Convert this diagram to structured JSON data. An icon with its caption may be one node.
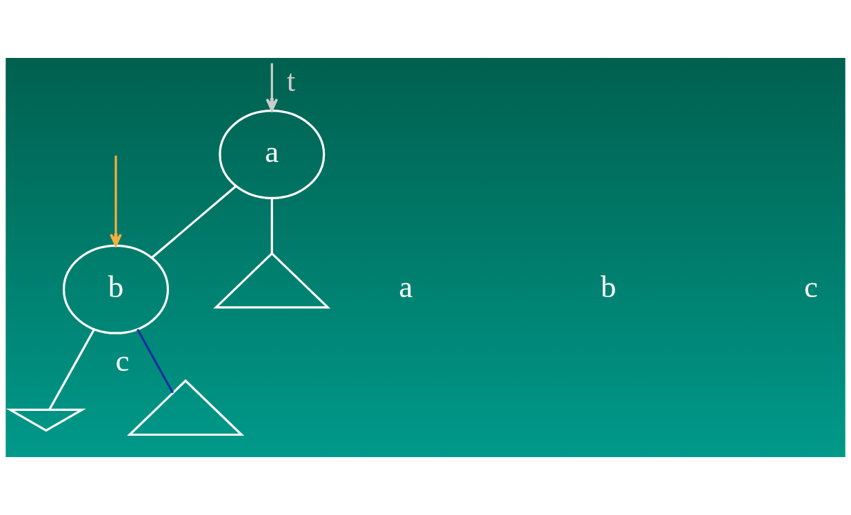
{
  "diagram": {
    "nodes": [
      {
        "text": [
          "a"
        ]
      },
      {
        "text": [],
        "shape": "triangle"
      },
      {
        "text": [
          "b"
        ]
      },
      {
        "text": [],
        "shape": "ground"
      },
      {
        "text": [],
        "shape": "triangle",
        "beside": [
          "c"
        ]
      }
    ],
    "edges": [
      {
        "from": null,
        "to": 0,
        "arrow": "to",
        "label": "t",
        "color": "#cccccc"
      },
      {
        "from": 0,
        "to": 1,
        "arrow": "none"
      },
      {
        "from": 0,
        "to": 2,
        "arrow": "none"
      },
      {
        "from": null,
        "to": 2,
        "arrow": "to",
        "color": "#f5b041"
      },
      {
        "from": 2,
        "to": 3,
        "arrow": "none"
      },
      {
        "from": 2,
        "to": 4,
        "arrow": "none",
        "color": "#1a2fa0"
      }
    ],
    "labels": [
      "a",
      "b",
      "c"
    ]
  }
}
